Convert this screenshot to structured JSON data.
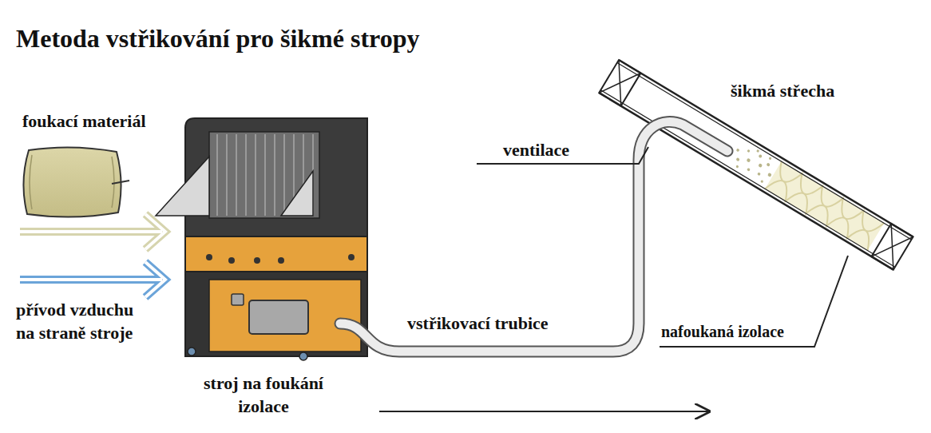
{
  "diagram": {
    "title": "Metoda vstřikování pro šikmé stropy",
    "labels": [
      "foukací materiál",
      "přívod vzduchu na straně stroje",
      "stroj na foukání izolace",
      "ventilace",
      "šikmá střecha",
      "vstřikovací trubice",
      "nafoukaná izolace"
    ]
  }
}
